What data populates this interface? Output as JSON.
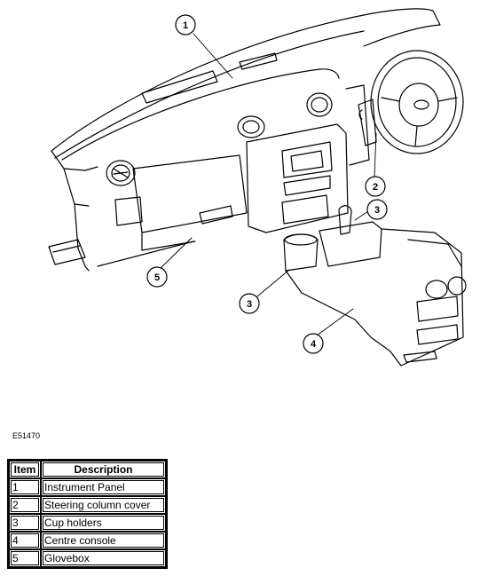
{
  "figure_id": "E51470",
  "callouts": [
    "1",
    "2",
    "3",
    "3",
    "4",
    "5"
  ],
  "legend": {
    "headers": [
      "Item",
      "Description"
    ],
    "rows": [
      {
        "item": "1",
        "description": "Instrument Panel"
      },
      {
        "item": "2",
        "description": "Steering column cover"
      },
      {
        "item": "3",
        "description": "Cup holders"
      },
      {
        "item": "4",
        "description": "Centre console"
      },
      {
        "item": "5",
        "description": "Glovebox"
      }
    ]
  }
}
